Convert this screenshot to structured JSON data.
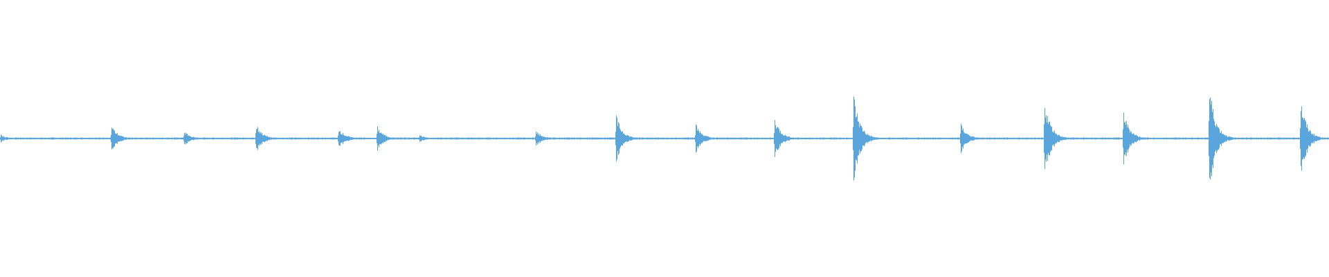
{
  "waveform": {
    "color": "#5aa6dc",
    "baseline_color": "#8ec3e8",
    "duration": 1.0,
    "peak_max": 1.0,
    "transients": [
      {
        "t": 0.0003,
        "peak": 0.06
      },
      {
        "t": 0.084,
        "peak": 0.22
      },
      {
        "t": 0.1385,
        "peak": 0.12
      },
      {
        "t": 0.1925,
        "peak": 0.24
      },
      {
        "t": 0.2545,
        "peak": 0.18
      },
      {
        "t": 0.284,
        "peak": 0.2
      },
      {
        "t": 0.3155,
        "peak": 0.06
      },
      {
        "t": 0.403,
        "peak": 0.13
      },
      {
        "t": 0.4635,
        "peak": 0.38
      },
      {
        "t": 0.5235,
        "peak": 0.24
      },
      {
        "t": 0.583,
        "peak": 0.34
      },
      {
        "t": 0.642,
        "peak": 0.75
      },
      {
        "t": 0.723,
        "peak": 0.24
      },
      {
        "t": 0.786,
        "peak": 0.64
      },
      {
        "t": 0.8455,
        "peak": 0.46
      },
      {
        "t": 0.91,
        "peak": 0.88
      },
      {
        "t": 0.9785,
        "peak": 0.63
      }
    ]
  }
}
